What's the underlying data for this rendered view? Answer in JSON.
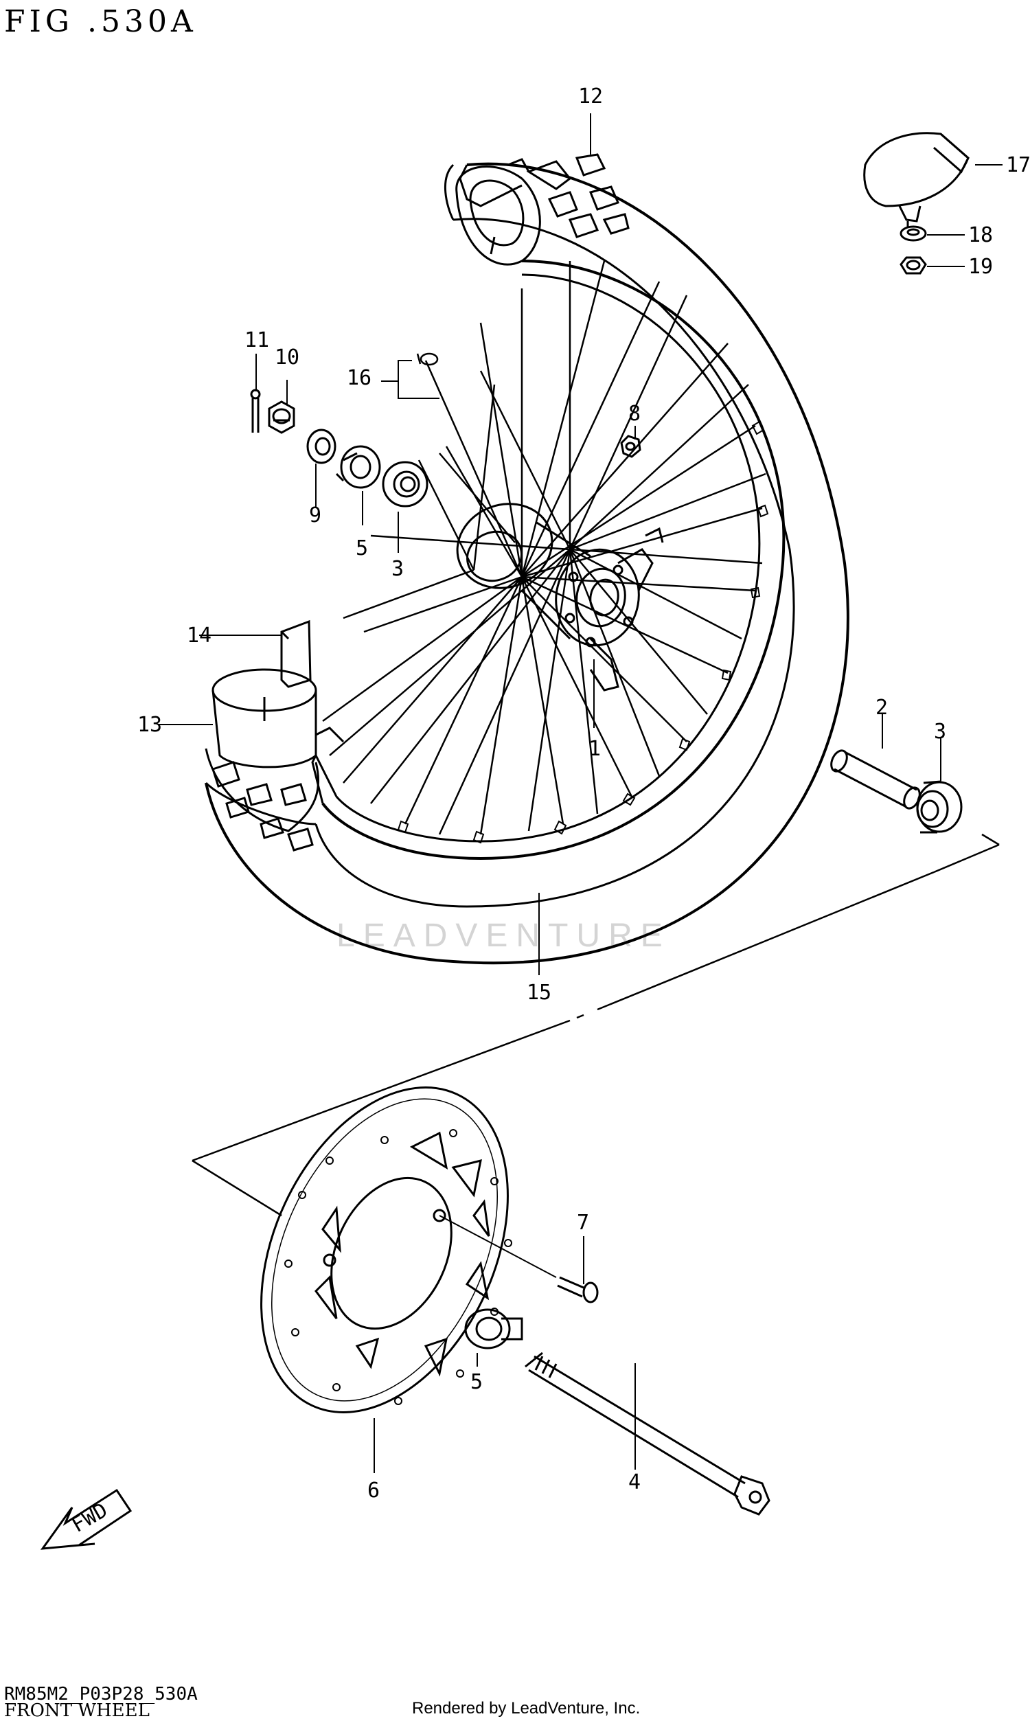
{
  "figure": {
    "title": "FIG .530A",
    "code": "RM85M2_P03P28_530A",
    "name": "FRONT WHEEL",
    "credit": "Rendered by LeadVenture, Inc.",
    "watermark": "LEADVENTURE"
  },
  "fwd_label": "FWD",
  "callouts": [
    {
      "id": "1",
      "label": "1"
    },
    {
      "id": "2",
      "label": "2"
    },
    {
      "id": "3a",
      "label": "3"
    },
    {
      "id": "3b",
      "label": "3"
    },
    {
      "id": "4",
      "label": "4"
    },
    {
      "id": "5a",
      "label": "5"
    },
    {
      "id": "5b",
      "label": "5"
    },
    {
      "id": "6",
      "label": "6"
    },
    {
      "id": "7",
      "label": "7"
    },
    {
      "id": "8",
      "label": "8"
    },
    {
      "id": "9",
      "label": "9"
    },
    {
      "id": "10",
      "label": "10"
    },
    {
      "id": "11",
      "label": "11"
    },
    {
      "id": "12",
      "label": "12"
    },
    {
      "id": "13",
      "label": "13"
    },
    {
      "id": "14",
      "label": "14"
    },
    {
      "id": "15",
      "label": "15"
    },
    {
      "id": "16",
      "label": "16"
    },
    {
      "id": "17",
      "label": "17"
    },
    {
      "id": "18",
      "label": "18"
    },
    {
      "id": "19",
      "label": "19"
    }
  ]
}
